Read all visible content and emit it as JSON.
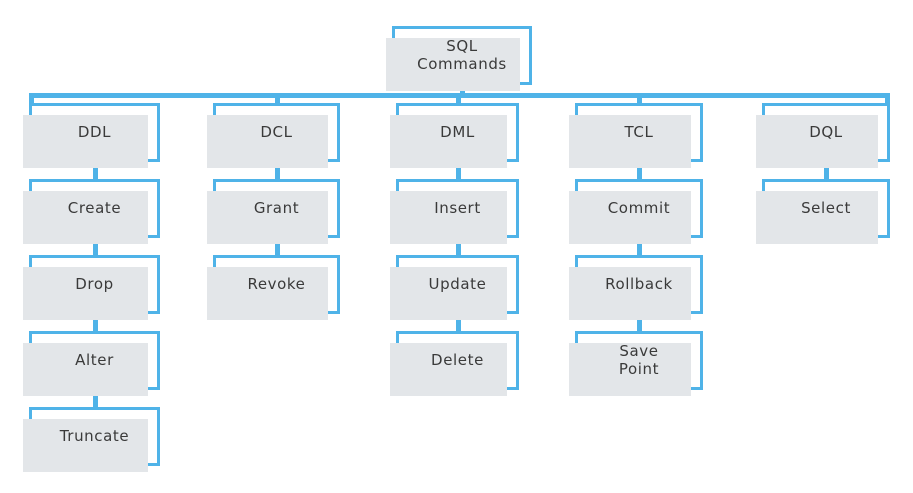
{
  "diagram": {
    "title": "SQL Commands",
    "type": "tree",
    "background_color": "#FFFFFF",
    "border_color": "#4FB3E8",
    "shadow_color": "#E3E6E9",
    "text_color": "#3A3A3A",
    "root": {
      "label": "SQL\nCommands",
      "name": "sql-commands"
    },
    "columns": [
      {
        "name": "ddl",
        "label": "DDL",
        "children": [
          {
            "name": "create",
            "label": "Create"
          },
          {
            "name": "drop",
            "label": "Drop"
          },
          {
            "name": "alter",
            "label": "Alter"
          },
          {
            "name": "truncate",
            "label": "Truncate"
          }
        ]
      },
      {
        "name": "dcl",
        "label": "DCL",
        "children": [
          {
            "name": "grant",
            "label": "Grant"
          },
          {
            "name": "revoke",
            "label": "Revoke"
          }
        ]
      },
      {
        "name": "dml",
        "label": "DML",
        "children": [
          {
            "name": "insert",
            "label": "Insert"
          },
          {
            "name": "update",
            "label": "Update"
          },
          {
            "name": "delete",
            "label": "Delete"
          }
        ]
      },
      {
        "name": "tcl",
        "label": "TCL",
        "children": [
          {
            "name": "commit",
            "label": "Commit"
          },
          {
            "name": "rollback",
            "label": "Rollback"
          },
          {
            "name": "save-point",
            "label": "Save\nPoint"
          }
        ]
      },
      {
        "name": "dql",
        "label": "DQL",
        "children": [
          {
            "name": "select",
            "label": "Select"
          }
        ]
      }
    ]
  }
}
